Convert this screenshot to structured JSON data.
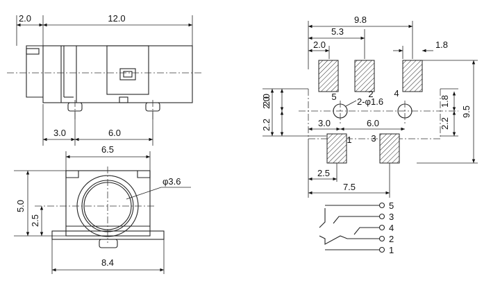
{
  "side_view": {
    "dim_front": "2.0",
    "dim_length": "12.0",
    "dim_pin_a": "3.0",
    "dim_pin_b": "6.0"
  },
  "front_view": {
    "dim_width": "6.5",
    "dim_hole": "φ3.6",
    "dim_height": "5.0",
    "dim_center": "2.5",
    "dim_base": "8.4"
  },
  "footprint": {
    "dim_total": "9.8",
    "dim_pad_pitch": "5.3",
    "dim_pad_a": "2.0",
    "dim_pad_w": "1.8",
    "pin_labels": [
      "5",
      "2",
      "4",
      "1",
      "3"
    ],
    "dim_holes": "2-φ1.6",
    "dim_left_1": "2.0",
    "dim_left_2": "2.0",
    "dim_left_3": "2.2",
    "dim_right_1": "1.8",
    "dim_right_2": "2.2",
    "dim_right_total": "9.5",
    "dim_hole_a": "3.0",
    "dim_hole_b": "6.0",
    "dim_bottom_a": "2.5",
    "dim_bottom_b": "7.5"
  },
  "schematic": {
    "pins": [
      "5",
      "3",
      "4",
      "2",
      "1"
    ]
  }
}
